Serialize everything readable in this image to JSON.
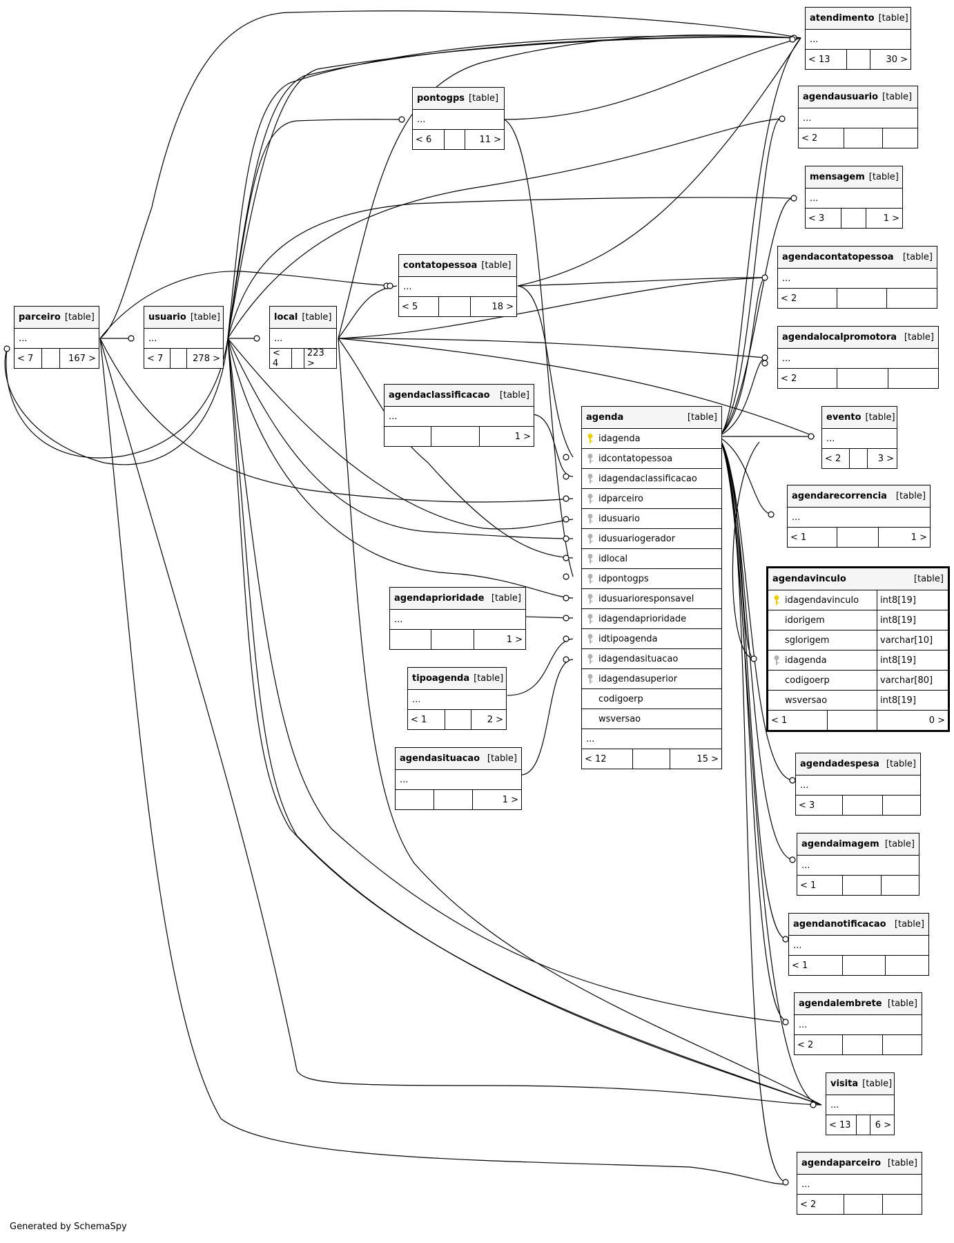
{
  "diagram": {
    "footer": "Generated by SchemaSpy",
    "tables": {
      "atendimento": {
        "name": "atendimento",
        "tag": "[table]",
        "rows": [
          "..."
        ],
        "foot": [
          "< 13",
          "",
          "30 >"
        ]
      },
      "agendausuario": {
        "name": "agendausuario",
        "tag": "[table]",
        "rows": [
          "..."
        ],
        "foot": [
          "< 2",
          "",
          ""
        ]
      },
      "pontogps": {
        "name": "pontogps",
        "tag": "[table]",
        "rows": [
          "..."
        ],
        "foot": [
          "< 6",
          "",
          "11 >"
        ]
      },
      "mensagem": {
        "name": "mensagem",
        "tag": "[table]",
        "rows": [
          "..."
        ],
        "foot": [
          "< 3",
          "",
          "1 >"
        ]
      },
      "contatopessoa": {
        "name": "contatopessoa",
        "tag": "[table]",
        "rows": [
          "..."
        ],
        "foot": [
          "< 5",
          "",
          "18 >"
        ]
      },
      "agendacontatopessoa": {
        "name": "agendacontatopessoa",
        "tag": "[table]",
        "rows": [
          "..."
        ],
        "foot": [
          "< 2",
          "",
          ""
        ]
      },
      "parceiro": {
        "name": "parceiro",
        "tag": "[table]",
        "rows": [
          "..."
        ],
        "foot": [
          "< 7",
          "",
          "167 >"
        ]
      },
      "usuario": {
        "name": "usuario",
        "tag": "[table]",
        "rows": [
          "..."
        ],
        "foot": [
          "< 7",
          "",
          "278 >"
        ]
      },
      "local": {
        "name": "local",
        "tag": "[table]",
        "rows": [
          "..."
        ],
        "foot": [
          "< 4",
          "",
          "223 >"
        ]
      },
      "agendalocalpromotora": {
        "name": "agendalocalpromotora",
        "tag": "[table]",
        "rows": [
          "..."
        ],
        "foot": [
          "< 2",
          "",
          ""
        ]
      },
      "agendaclassificacao": {
        "name": "agendaclassificacao",
        "tag": "[table]",
        "rows": [
          "..."
        ],
        "foot": [
          "",
          "",
          "1 >"
        ]
      },
      "agenda": {
        "name": "agenda",
        "tag": "[table]",
        "columns": [
          {
            "name": "idagenda",
            "key": "pk"
          },
          {
            "name": "idcontatopessoa",
            "key": "fk"
          },
          {
            "name": "idagendaclassificacao",
            "key": "fk"
          },
          {
            "name": "idparceiro",
            "key": "fk"
          },
          {
            "name": "idusuario",
            "key": "fk"
          },
          {
            "name": "idusuariogerador",
            "key": "fk"
          },
          {
            "name": "idlocal",
            "key": "fk"
          },
          {
            "name": "idpontogps",
            "key": "fk"
          },
          {
            "name": "idusuarioresponsavel",
            "key": "fk"
          },
          {
            "name": "idagendaprioridade",
            "key": "fk"
          },
          {
            "name": "idtipoagenda",
            "key": "fk"
          },
          {
            "name": "idagendasituacao",
            "key": "fk"
          },
          {
            "name": "idagendasuperior",
            "key": "fk"
          },
          {
            "name": "codigoerp",
            "key": ""
          },
          {
            "name": "wsversao",
            "key": ""
          }
        ],
        "more": "...",
        "foot": [
          "< 12",
          "",
          "15 >"
        ]
      },
      "evento": {
        "name": "evento",
        "tag": "[table]",
        "rows": [
          "..."
        ],
        "foot": [
          "< 2",
          "",
          "3 >"
        ]
      },
      "agendarecorrencia": {
        "name": "agendarecorrencia",
        "tag": "[table]",
        "rows": [
          "..."
        ],
        "foot": [
          "< 1",
          "",
          "1 >"
        ]
      },
      "agendavinculo": {
        "name": "agendavinculo",
        "tag": "[table]",
        "columns": [
          {
            "name": "idagendavinculo",
            "type": "int8[19]",
            "key": "pk"
          },
          {
            "name": "idorigem",
            "type": "int8[19]",
            "key": ""
          },
          {
            "name": "sglorigem",
            "type": "varchar[10]",
            "key": ""
          },
          {
            "name": "idagenda",
            "type": "int8[19]",
            "key": "fk"
          },
          {
            "name": "codigoerp",
            "type": "varchar[80]",
            "key": ""
          },
          {
            "name": "wsversao",
            "type": "int8[19]",
            "key": ""
          }
        ],
        "foot": [
          "< 1",
          "",
          "0 >"
        ]
      },
      "agendaprioridade": {
        "name": "agendaprioridade",
        "tag": "[table]",
        "rows": [
          "..."
        ],
        "foot": [
          "",
          "",
          "1 >"
        ]
      },
      "tipoagenda": {
        "name": "tipoagenda",
        "tag": "[table]",
        "rows": [
          "..."
        ],
        "foot": [
          "< 1",
          "",
          "2 >"
        ]
      },
      "agendasituacao": {
        "name": "agendasituacao",
        "tag": "[table]",
        "rows": [
          "..."
        ],
        "foot": [
          "",
          "",
          "1 >"
        ]
      },
      "agendadespesa": {
        "name": "agendadespesa",
        "tag": "[table]",
        "rows": [
          "..."
        ],
        "foot": [
          "< 3",
          "",
          ""
        ]
      },
      "agendaimagem": {
        "name": "agendaimagem",
        "tag": "[table]",
        "rows": [
          "..."
        ],
        "foot": [
          "< 1",
          "",
          ""
        ]
      },
      "agendanotificacao": {
        "name": "agendanotificacao",
        "tag": "[table]",
        "rows": [
          "..."
        ],
        "foot": [
          "< 1",
          "",
          ""
        ]
      },
      "agendalembrete": {
        "name": "agendalembrete",
        "tag": "[table]",
        "rows": [
          "..."
        ],
        "foot": [
          "< 2",
          "",
          ""
        ]
      },
      "visita": {
        "name": "visita",
        "tag": "[table]",
        "rows": [
          "..."
        ],
        "foot": [
          "< 13",
          "",
          "6 >"
        ]
      },
      "agendaparceiro": {
        "name": "agendaparceiro",
        "tag": "[table]",
        "rows": [
          "..."
        ],
        "foot": [
          "< 2",
          "",
          ""
        ]
      }
    },
    "colors": {
      "header_bg": "#f5f5f5",
      "pk_key": "#e8d000",
      "fk_key": "#b0b0b0",
      "line": "#000000"
    }
  }
}
